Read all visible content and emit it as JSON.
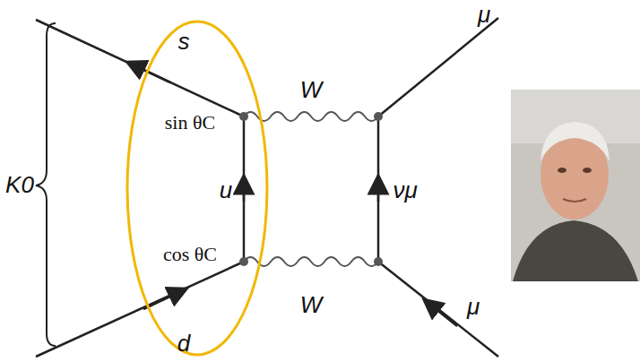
{
  "diagram": {
    "labels": [
      "s",
      "W",
      "μ",
      "sin θC",
      "u",
      "νμ",
      "K0",
      "cos θC",
      "W",
      "μ",
      "d"
    ]
  }
}
